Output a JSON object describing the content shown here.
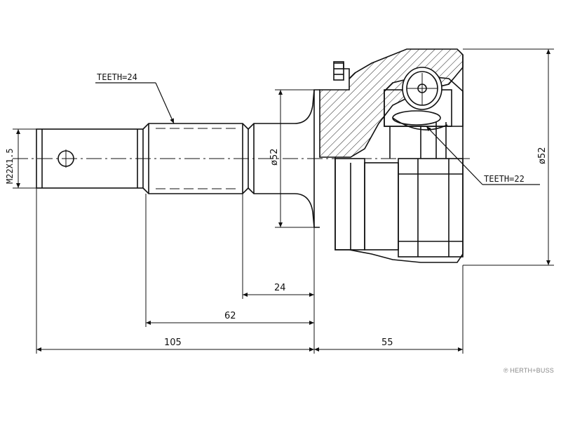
{
  "labels": {
    "teeth_outer": "TEETH=24",
    "teeth_inner": "TEETH=22",
    "thread": "M22X1.5",
    "dia_flange": "ø52",
    "dia_housing": "ø52"
  },
  "dimensions": {
    "d24": "24",
    "d62": "62",
    "d105": "105",
    "d55": "55"
  },
  "brand": {
    "text": "HERTH+BUSS",
    "mark": "℗"
  }
}
